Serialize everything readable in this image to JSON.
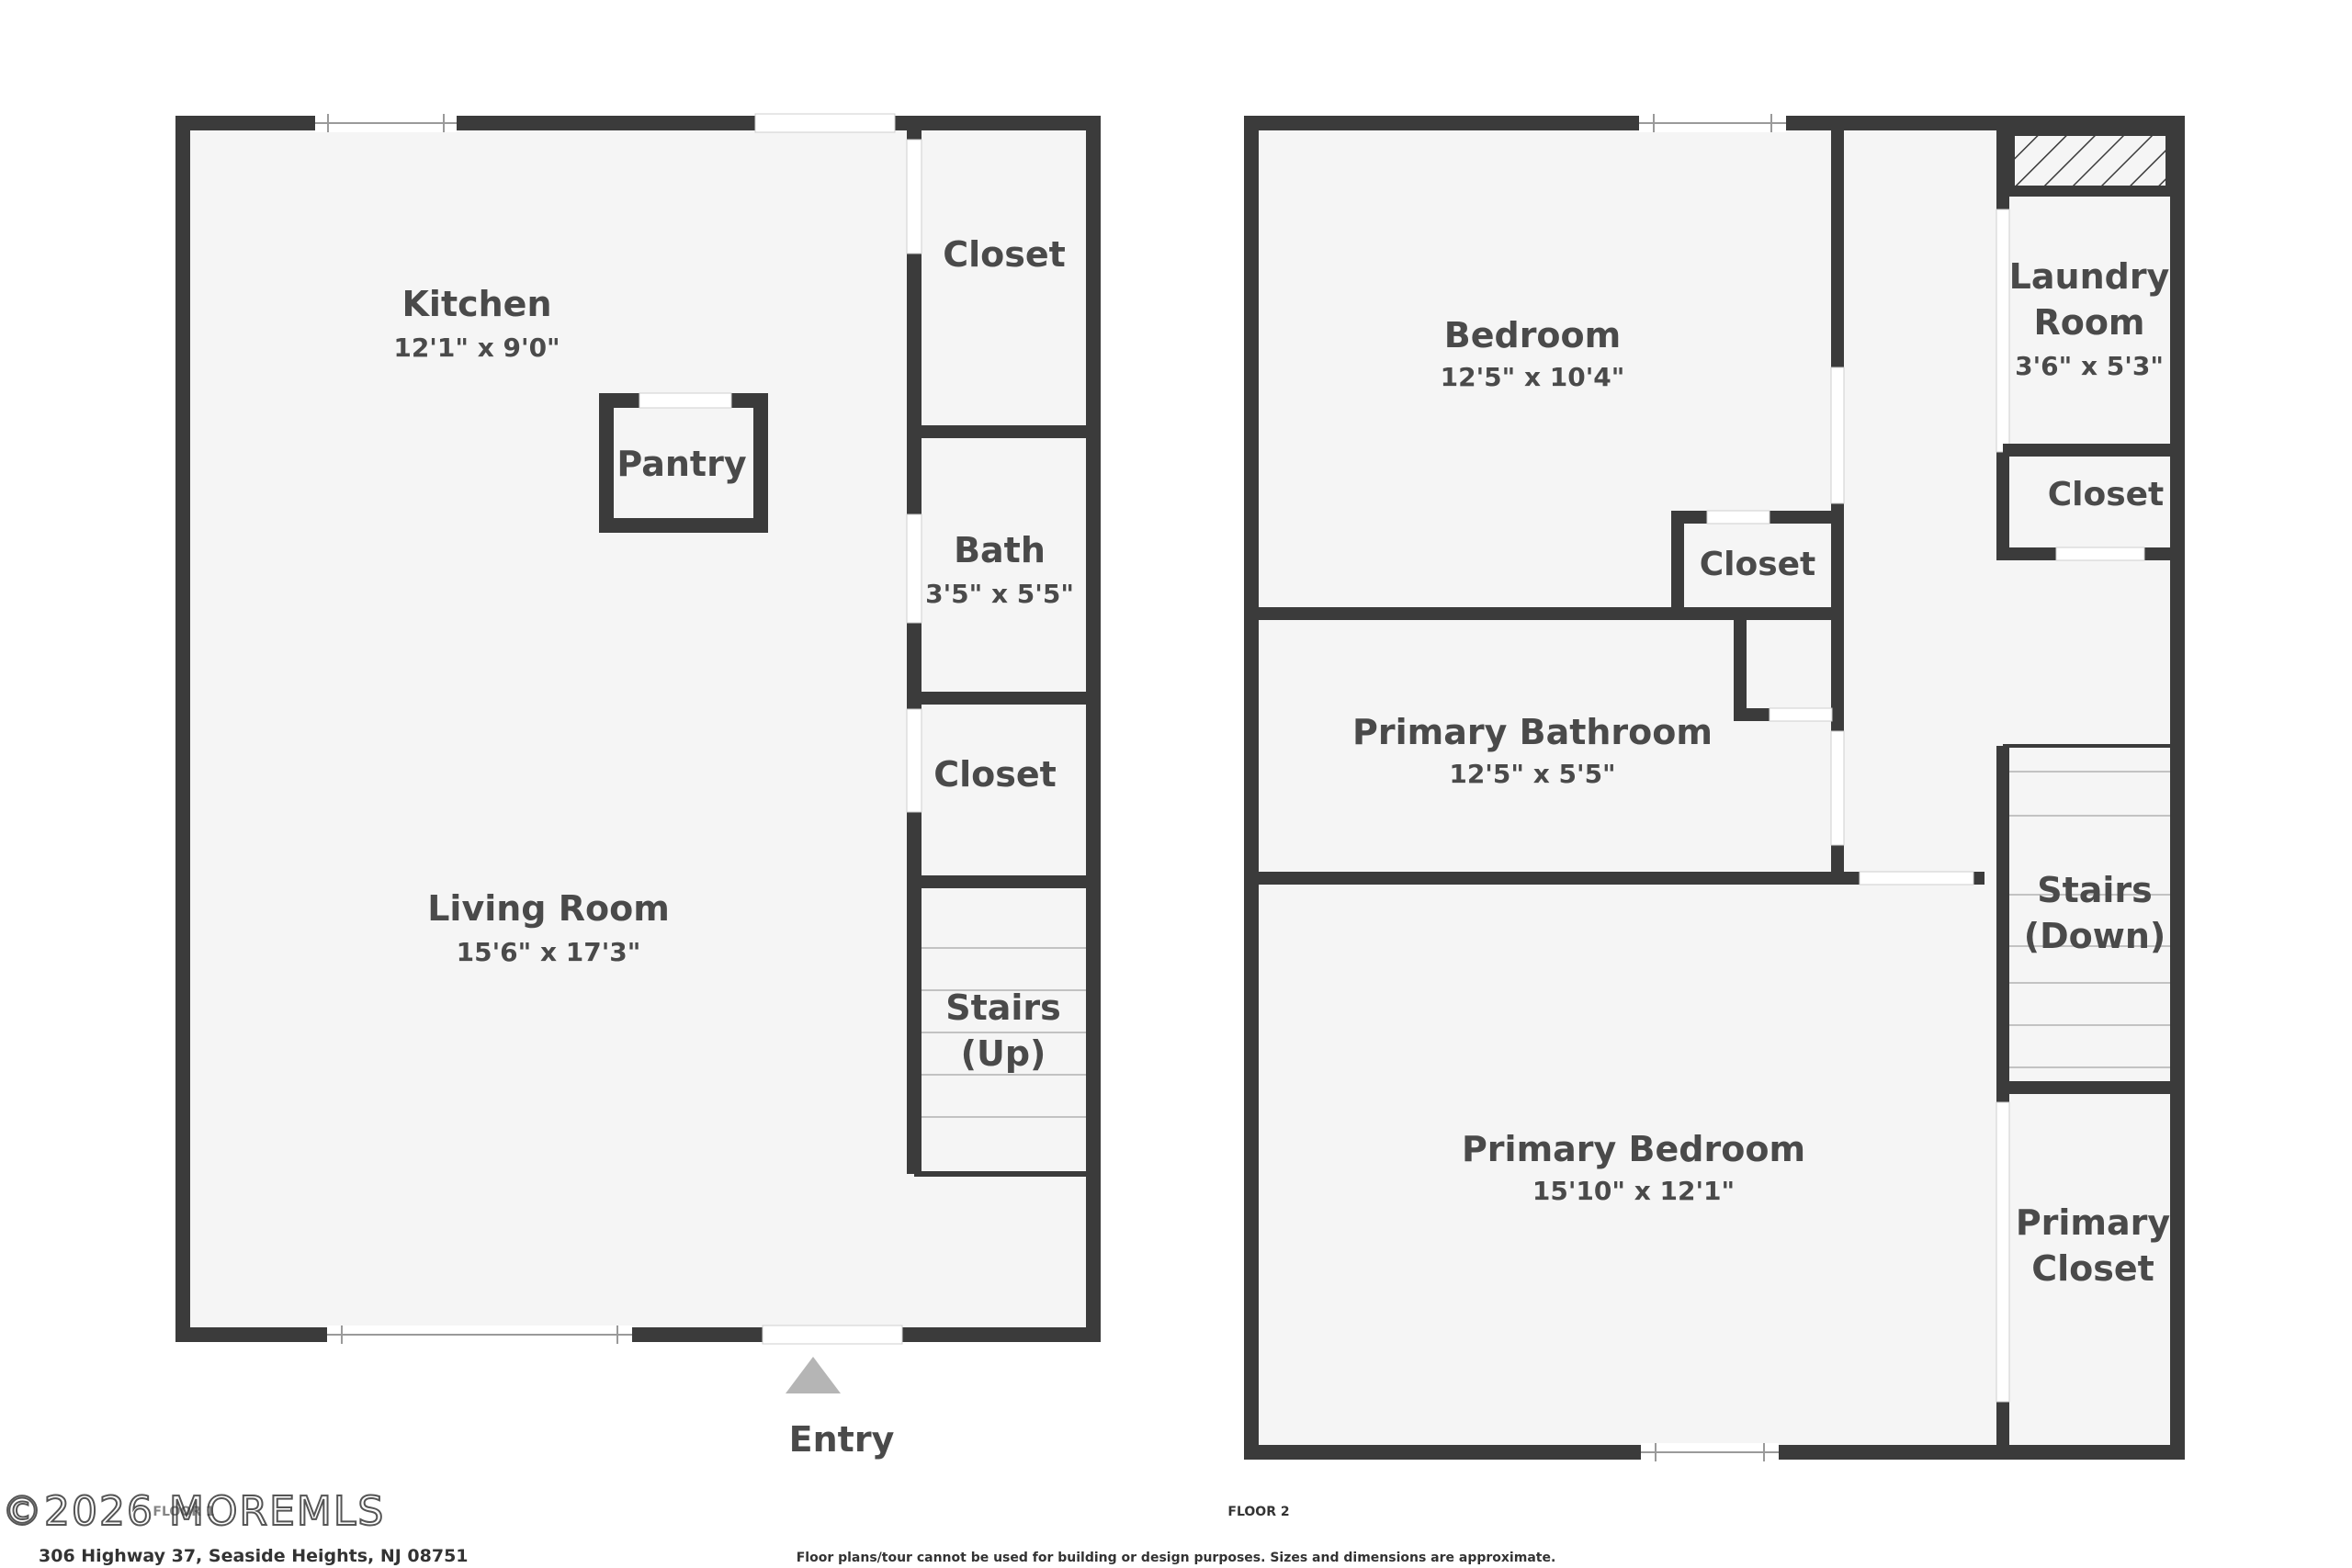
{
  "colors": {
    "wall": "#3b3b3b",
    "floor": "#f5f5f5",
    "opening": "#ffffff",
    "text": "#4a4a4a",
    "entry_arrow": "#b5b5b5"
  },
  "floor1": {
    "kitchen": {
      "name": "Kitchen",
      "dim": "12'1\" x 9'0\""
    },
    "pantry": {
      "name": "Pantry"
    },
    "closet_top": {
      "name": "Closet"
    },
    "bath": {
      "name": "Bath",
      "dim": "3'5\" x 5'5\""
    },
    "closet_mid": {
      "name": "Closet"
    },
    "living": {
      "name": "Living Room",
      "dim": "15'6\" x 17'3\""
    },
    "stairs": {
      "line1": "Stairs",
      "line2": "(Up)"
    },
    "entry": "Entry"
  },
  "floor2": {
    "bedroom": {
      "name": "Bedroom",
      "dim": "12'5\" x 10'4\""
    },
    "bedroom_closet": {
      "name": "Closet"
    },
    "laundry": {
      "line1": "Laundry",
      "line2": "Room",
      "dim": "3'6\" x 5'3\""
    },
    "laundry_closet": {
      "name": "Closet"
    },
    "primary_bath": {
      "name": "Primary Bathroom",
      "dim": "12'5\" x 5'5\""
    },
    "stairs": {
      "line1": "Stairs",
      "line2": "(Down)"
    },
    "primary_bedroom": {
      "name": "Primary Bedroom",
      "dim": "15'10\" x 12'1\""
    },
    "primary_closet": {
      "line1": "Primary",
      "line2": "Closet"
    },
    "floor_label": "FLOOR 2"
  },
  "footer": {
    "watermark": "©2026 MOREMLS",
    "floor1_label": "FLOOR 1",
    "address": "306 Highway 37, Seaside Heights, NJ 08751",
    "disclaimer": "Floor plans/tour cannot be used for building or design purposes. Sizes and dimensions are approximate."
  }
}
